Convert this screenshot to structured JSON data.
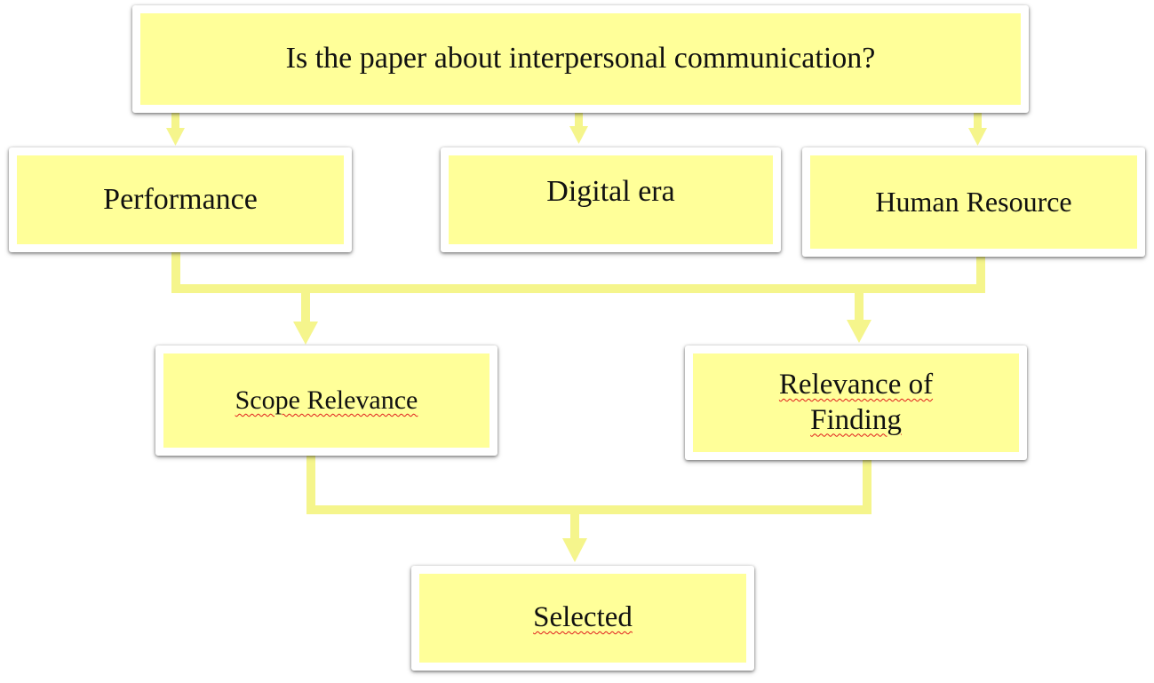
{
  "diagram": {
    "nodes": {
      "question": {
        "label": "Is the paper about interpersonal communication?"
      },
      "performance": {
        "label": "Performance"
      },
      "digital_era": {
        "label": "Digital era"
      },
      "human_resource": {
        "label": "Human Resource"
      },
      "scope_relevance": {
        "label": "Scope Relevance"
      },
      "relevance_of_finding": {
        "label_line1": "Relevance of",
        "label_line2": "Finding"
      },
      "selected": {
        "label": "Selected"
      }
    },
    "edges": [
      {
        "from": "question",
        "to": "performance"
      },
      {
        "from": "question",
        "to": "digital_era"
      },
      {
        "from": "question",
        "to": "human_resource"
      },
      {
        "from": "performance",
        "to": "scope_relevance"
      },
      {
        "from": "human_resource",
        "to": "scope_relevance"
      },
      {
        "from": "performance",
        "to": "relevance_of_finding"
      },
      {
        "from": "human_resource",
        "to": "relevance_of_finding"
      },
      {
        "from": "scope_relevance",
        "to": "selected"
      },
      {
        "from": "relevance_of_finding",
        "to": "selected"
      }
    ],
    "colors": {
      "node_fill": "#ffff99",
      "connector": "#f5f58c",
      "spellcheck_underline": "#e01b1b"
    }
  }
}
